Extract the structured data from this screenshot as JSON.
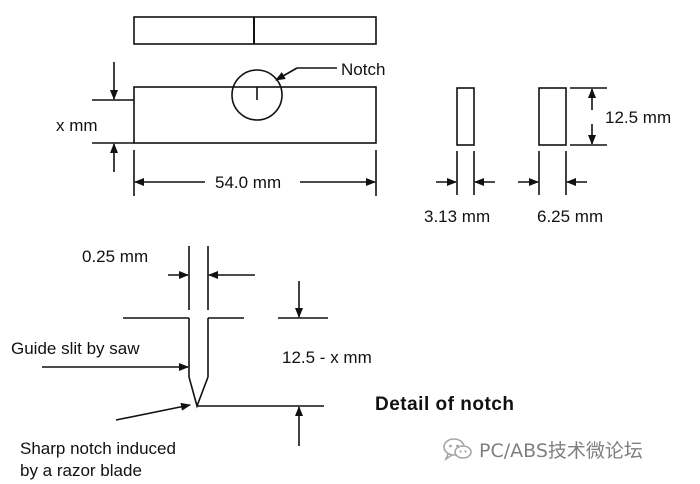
{
  "labels": {
    "notch": "Notch",
    "x_mm": "x mm",
    "length": "54.0 mm",
    "height": "12.5 mm",
    "thickness_thin": "3.13 mm",
    "thickness_thick": "6.25 mm",
    "slit_width": "0.25 mm",
    "guide_slit": "Guide slit by saw",
    "depth": "12.5 - x mm",
    "detail_title": "Detail of notch",
    "sharp_notch_line1": "Sharp notch induced",
    "sharp_notch_line2": "by a razor blade"
  },
  "watermark": {
    "text": "PC/ABS技术微论坛",
    "icon": "wechat-icon"
  }
}
